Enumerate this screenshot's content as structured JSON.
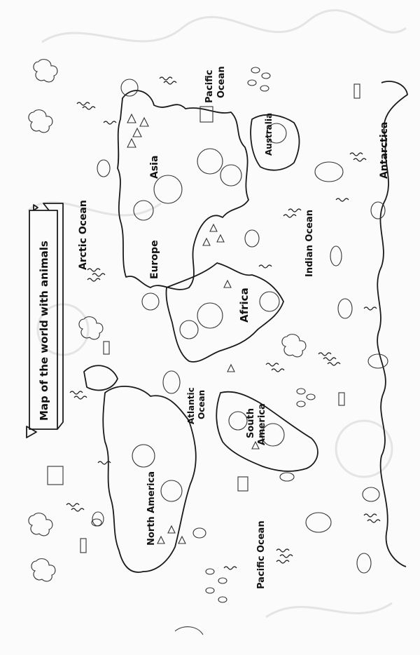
{
  "map": {
    "title": "Map of the world with animals",
    "oceans": {
      "arctic": "Arctic Ocean",
      "pacific_top": "Pacific Ocean",
      "pacific_bottom": "Pacific Ocean",
      "atlantic": "Atlantic Ocean",
      "indian": "Indian Ocean"
    },
    "continents": {
      "asia": "Asia",
      "europe": "Europe",
      "africa": "Africa",
      "australia": "Australia",
      "north_america": "North America",
      "south_america": "South America",
      "antarctica": "Antarctica"
    }
  }
}
